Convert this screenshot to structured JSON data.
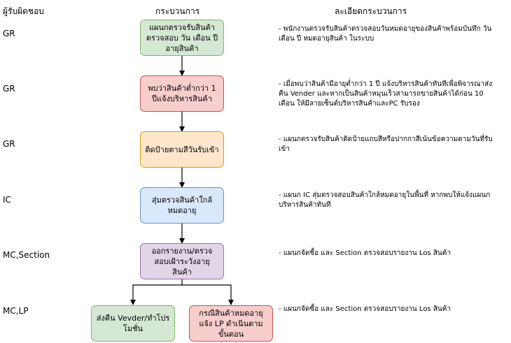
{
  "headers": {
    "owner": "ผู้รับผิดชอบ",
    "process": "กระบวนการ",
    "detail": "ละเอียดกระบวนการ"
  },
  "rows": [
    {
      "owner": "GR",
      "box": "แผนกตรวจรับสินค้าตรวจสอบ วัน เดือน ปี อายุสินค้า",
      "detail": "- พนักงานตรวจรับสินค้าตรวจสอบวันหมดอายุของสินค้าพร้อมบันทึก วัน เดือน ปี หมดอายุสินค้า ในระบบ"
    },
    {
      "owner": "GR",
      "box": "พบว่าสินค้าต่ำกว่า 1 ปีแจ้งบริหารสินค้า",
      "detail": "- เมื่อพบว่าสินค้ามีอายุต่ำกว่า 1 ปี แจ้งบริหารสินค้าทันทีเพื่อพิจารณาส่งคืน Vender และหากเป็นสินค้าหมุนเร็วสามารถขายสินค้าได้ก่อน 10 เดือน ให้มีลายเซ็นต์บริหารสินค้าและPC รับรอง"
    },
    {
      "owner": "GR",
      "box": "ติดป้ายตามสีวันรับเข้า",
      "detail": "- แผนกตรวจรับสินค้าติดป้ายแถบสีหรือปากกาสีเน้นข้อความตามวันที่รับเข้า"
    },
    {
      "owner": "IC",
      "box": "สุ่มตรวจสินค้าใกล้หมดอายุ",
      "detail": "- แผนก IC สุ่มตรวจสอบสินค้าใกล้หมดอายุในพื้นที่ หากพบให้แจ้งแผนกบริหารสินค้าทันที"
    },
    {
      "owner": "MC,Section",
      "box": "ออกรายงาน/ตรวจสอบเฝ้าระวังอายุสินค้า",
      "detail": "- แผนกจัดซื้อ และ Section ตรวจสอบรายงาน Los สินค้า"
    },
    {
      "owner": "MC,LP",
      "detail": "- แผนกจัดซื้อ และ Section ตรวจสอบรายงาน Los สินค้า"
    }
  ],
  "final_boxes": {
    "left": "ส่งคืน Vevder/ทำโปรโมชั่น",
    "right": "กรณีสินค้าหมดอายุแจ้ง LP ดำเนินตามขั้นตอน"
  }
}
